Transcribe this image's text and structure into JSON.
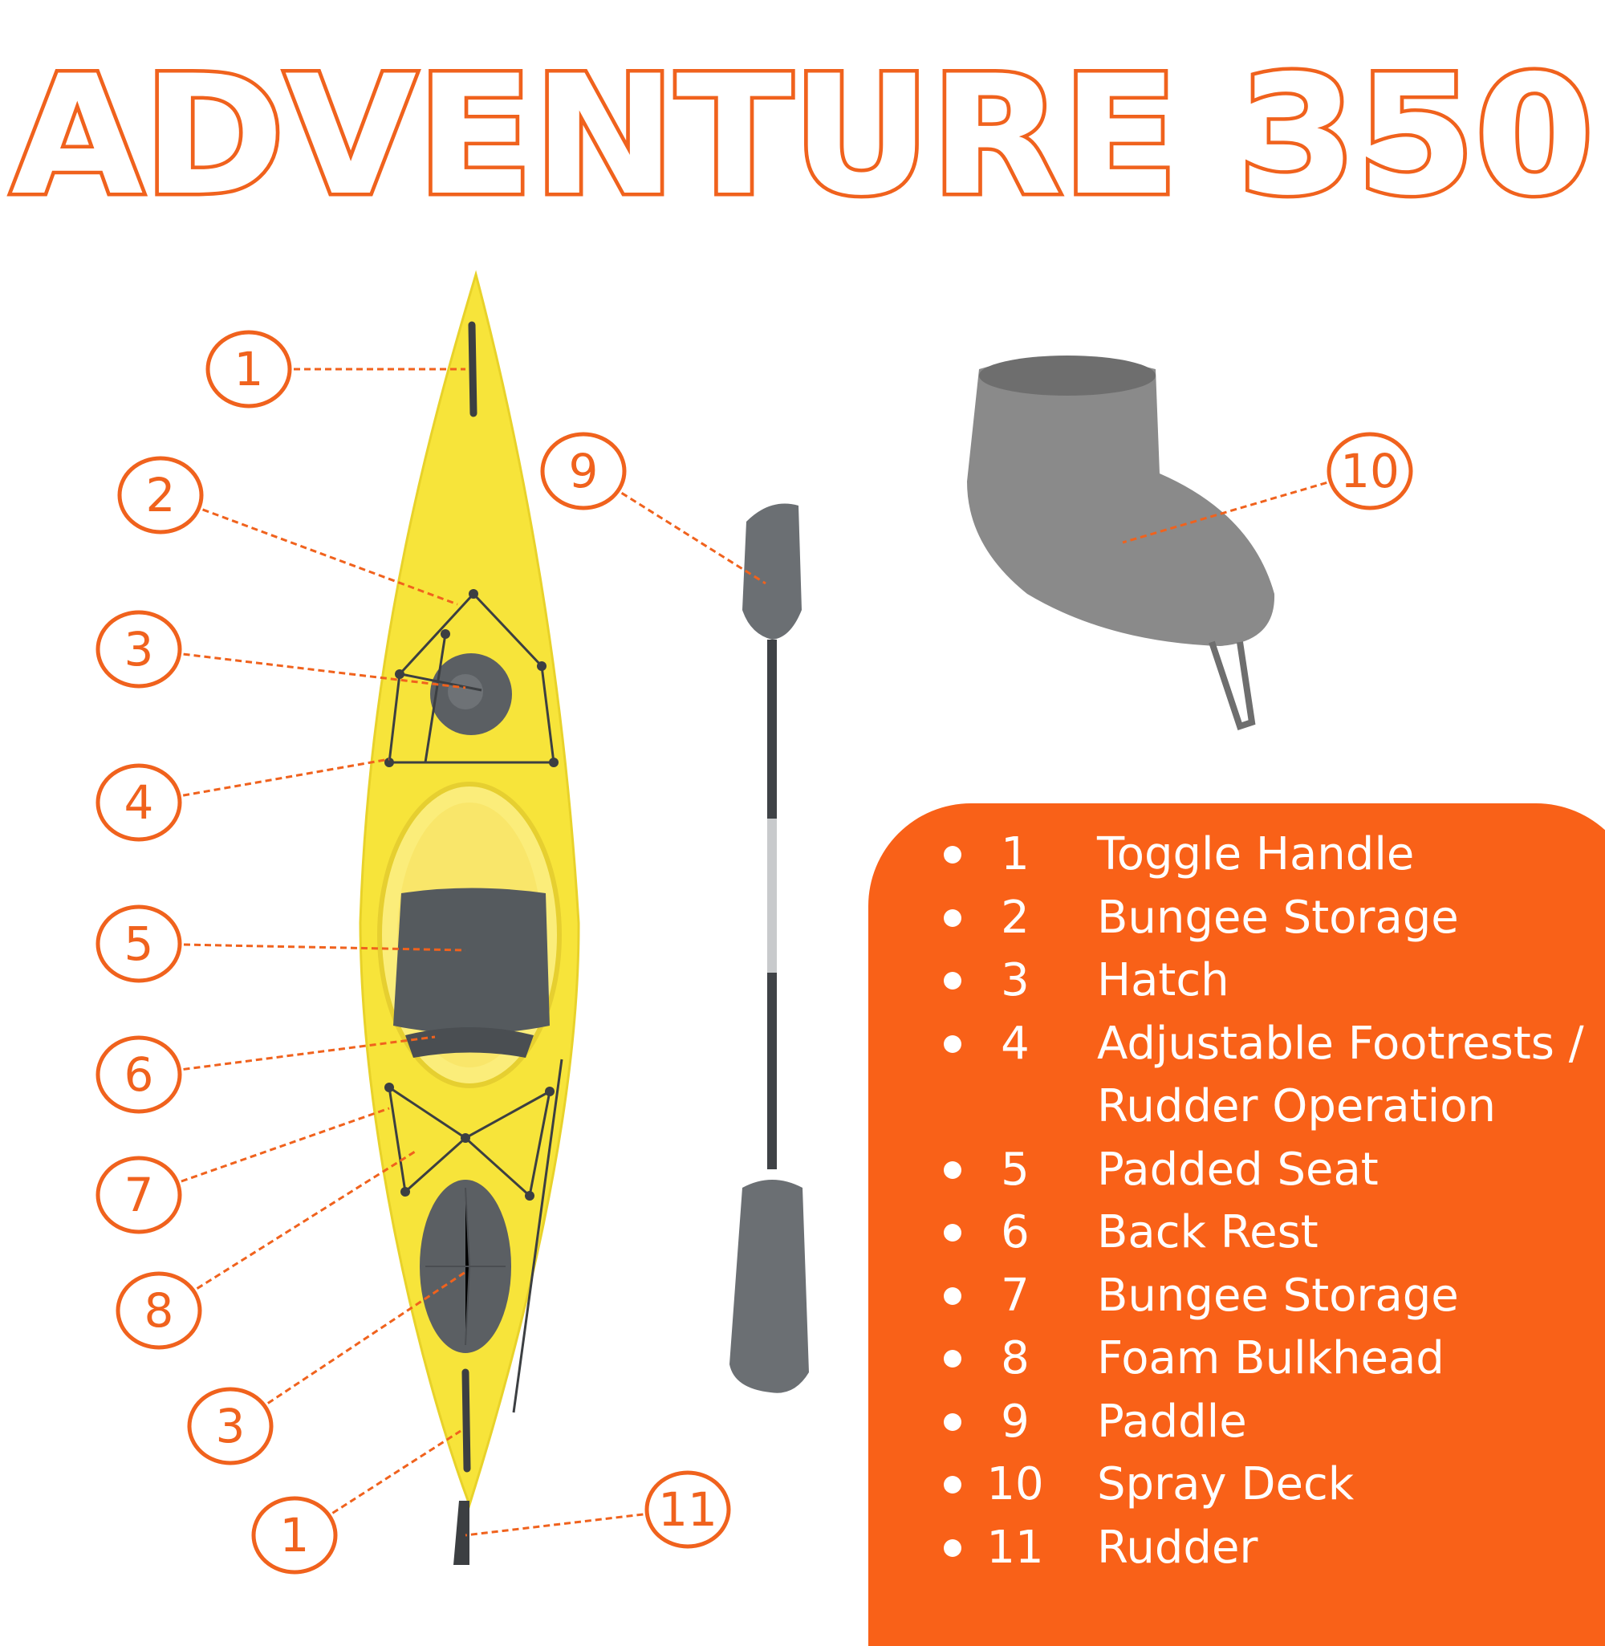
{
  "title": "ADVENTURE 350",
  "colors": {
    "accent": "#f0621d",
    "legend_bg": "#f96118",
    "kayak": "#f7e43a",
    "gear_gray": "#7a7a7a"
  },
  "callouts": [
    "1",
    "2",
    "3",
    "4",
    "5",
    "6",
    "7",
    "8",
    "9",
    "10",
    "3",
    "1",
    "11"
  ],
  "legend": [
    {
      "num": "1",
      "label": "Toggle Handle"
    },
    {
      "num": "2",
      "label": "Bungee Storage"
    },
    {
      "num": "3",
      "label": "Hatch"
    },
    {
      "num": "4",
      "label": "Adjustable Footrests /",
      "label2": "Rudder Operation"
    },
    {
      "num": "5",
      "label": "Padded Seat"
    },
    {
      "num": "6",
      "label": "Back Rest"
    },
    {
      "num": "7",
      "label": "Bungee Storage"
    },
    {
      "num": "8",
      "label": "Foam Bulkhead"
    },
    {
      "num": "9",
      "label": "Paddle"
    },
    {
      "num": "10",
      "label": "Spray Deck"
    },
    {
      "num": "11",
      "label": "Rudder"
    }
  ]
}
